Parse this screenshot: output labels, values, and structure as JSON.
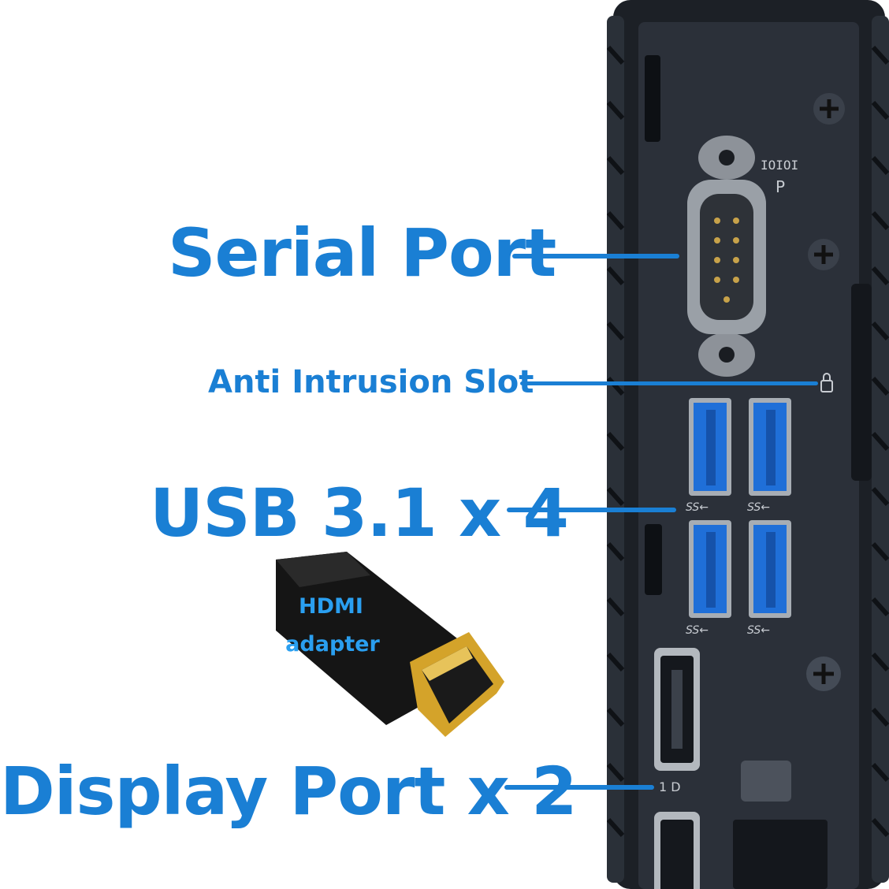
{
  "labels": {
    "serial_port": "Serial Port",
    "anti_intrusion": "Anti Intrusion Slot",
    "usb": "USB 3.1 x 4",
    "display_port": "Display Port x 2"
  },
  "adapter": {
    "line1": "HDMI",
    "line2": "adapter"
  },
  "device_markings": {
    "serial_icon": "IOIOI",
    "serial_letter": "P",
    "usb_mark": "SS←",
    "dp_mark": "1 D"
  },
  "colors": {
    "accent": "#1a7fd4",
    "usb_blue": "#1f6fd8",
    "chassis": "#1c2026"
  }
}
